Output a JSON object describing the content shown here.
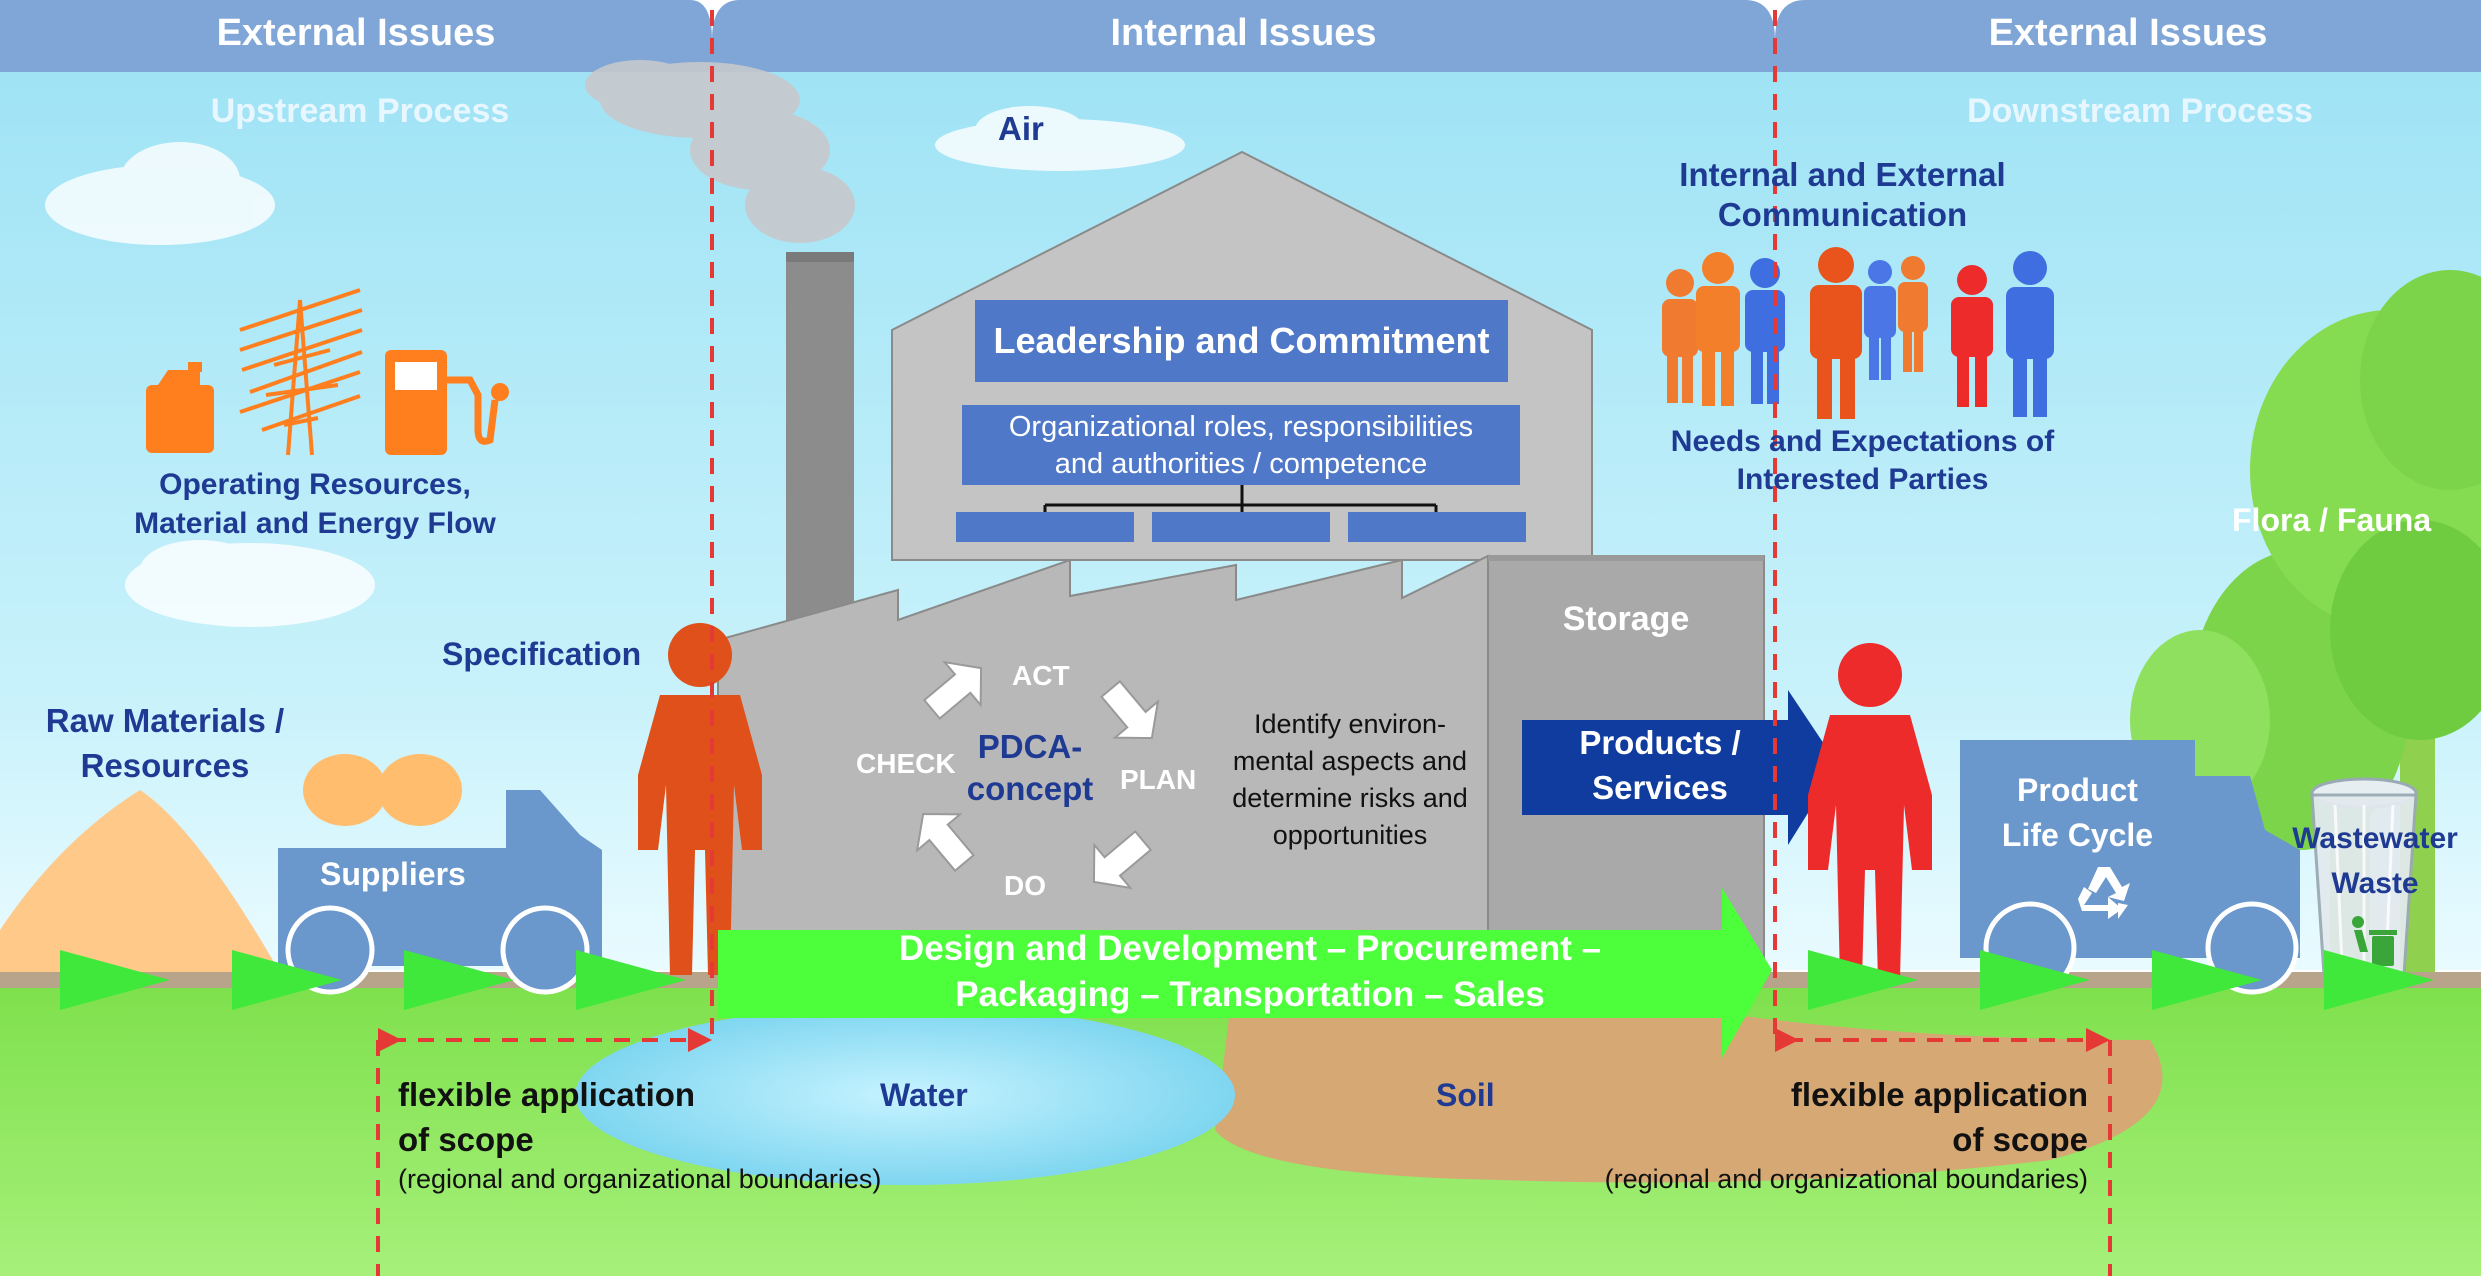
{
  "header": {
    "left": "External Issues",
    "center": "Internal Issues",
    "right": "External Issues"
  },
  "process": {
    "upstream": "Upstream Process",
    "downstream": "Downstream Process"
  },
  "air": "Air",
  "communication": [
    "Internal and External",
    "Communication"
  ],
  "needs": [
    "Needs and Expectations of",
    "Interested Parties"
  ],
  "resources": [
    "Operating Resources,",
    "Material and Energy Flow"
  ],
  "leadership": "Leadership and Commitment",
  "roles": [
    "Organizational roles, responsibilities",
    "and authorities / competence"
  ],
  "flora": "Flora / Fauna",
  "storage": "Storage",
  "specification": "Specification",
  "raw_materials": [
    "Raw Materials /",
    "Resources"
  ],
  "suppliers": "Suppliers",
  "pdca": {
    "act": "ACT",
    "plan": "PLAN",
    "check": "CHECK",
    "do": "DO",
    "concept": [
      "PDCA-",
      "concept"
    ]
  },
  "identify": [
    "Identify environ-",
    "mental aspects and",
    "determine risks and",
    "opportunities"
  ],
  "products": [
    "Products /",
    "Services"
  ],
  "lifecycle": [
    "Product",
    "Life Cycle"
  ],
  "waste": [
    "Wastewater",
    "Waste"
  ],
  "main_arrow": [
    "Design and Development – Procurement –",
    "Packaging – Transportation – Sales"
  ],
  "water": "Water",
  "soil": "Soil",
  "scope_left": {
    "line1": "flexible application",
    "line2": "of scope",
    "note": "(regional and organizational boundaries)"
  },
  "scope_right": {
    "line1": "flexible application",
    "line2": "of scope",
    "note": "(regional and organizational boundaries)"
  },
  "icons": [
    "fuel-can-icon",
    "power-pylon-icon",
    "fuel-pump-icon",
    "recycle-icon",
    "trash-bin-icon",
    "truck-icon",
    "person-icon",
    "cycle-arrow-icon"
  ],
  "colors": {
    "header": "#7fa6d6",
    "sky": "#a8e6f7",
    "ground": "#86e85a",
    "factory": "#bdbdbd",
    "box_blue": "#4f78c9",
    "arrow_green": "#4dff3a",
    "navy": "#1f3a93",
    "orange": "#ff7f1f",
    "person_orange": "#e8541c",
    "person_red": "#ee2b2b",
    "boundary_red": "#e53935"
  }
}
